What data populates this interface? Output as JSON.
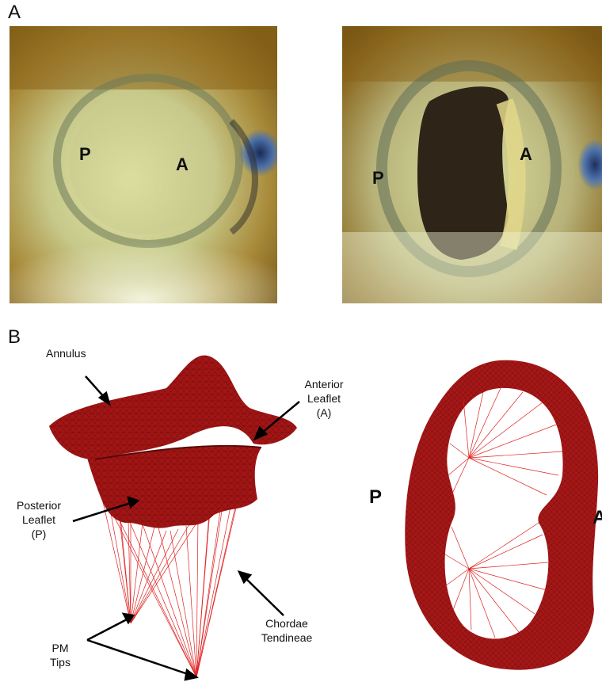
{
  "panel_a": {
    "label": "A",
    "left_image": {
      "posterior_label": "P",
      "anterior_label": "A"
    },
    "right_image": {
      "posterior_label": "P",
      "anterior_label": "A"
    }
  },
  "panel_b": {
    "label": "B",
    "annotations": {
      "annulus": "Annulus",
      "anterior_leaflet": [
        "Anterior",
        "Leaflet",
        "(A)"
      ],
      "posterior_leaflet": [
        "Posterior",
        "Leaflet",
        "(P)"
      ],
      "chordae": [
        "Chordae",
        "Tendineae"
      ],
      "pm_tips": [
        "PM",
        "Tips"
      ]
    },
    "top_view": {
      "posterior_label": "P",
      "anterior_label": "A"
    }
  },
  "colors": {
    "valve_red": "#a31515",
    "chord_red": "#e02020",
    "echo_yellow": "#c9a13a",
    "echo_green": "#c8d49b",
    "echo_blue": "#4a6fa0"
  }
}
